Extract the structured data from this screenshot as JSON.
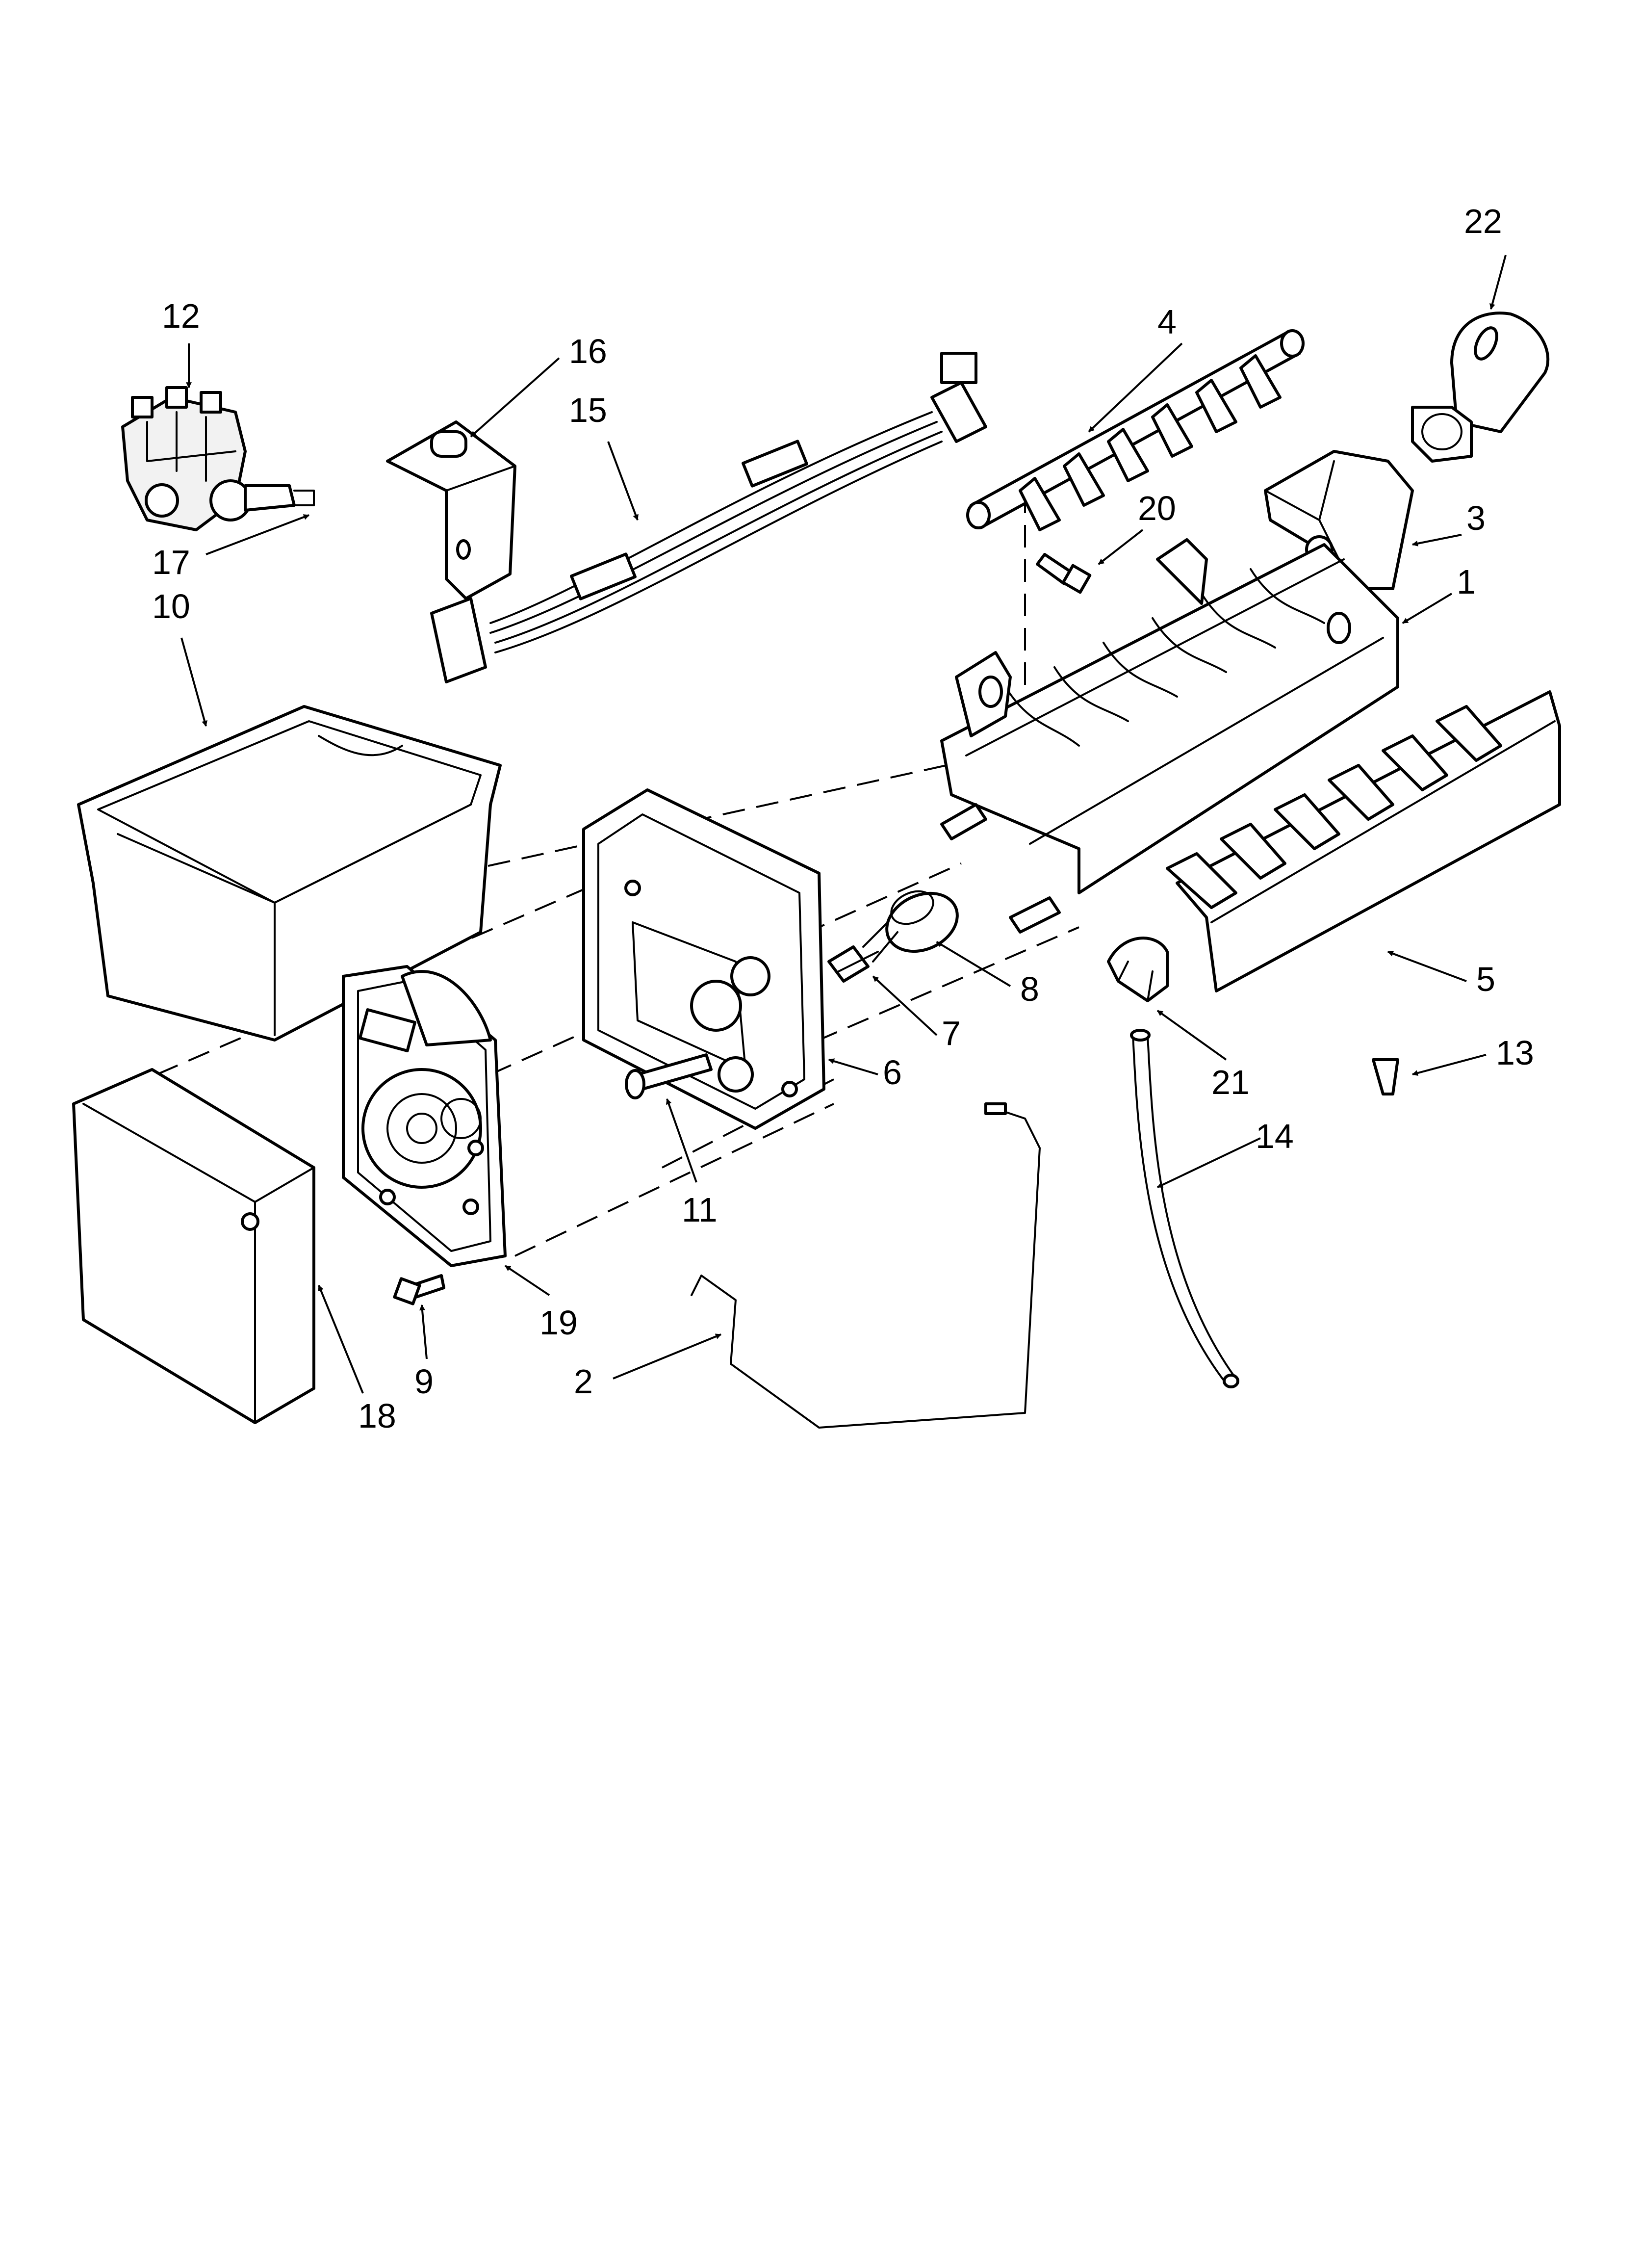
{
  "callouts": {
    "c1": "1",
    "c2": "2",
    "c3": "3",
    "c4": "4",
    "c5": "5",
    "c6": "6",
    "c7": "7",
    "c8": "8",
    "c9": "9",
    "c10": "10",
    "c11": "11",
    "c12": "12",
    "c13": "13",
    "c14": "14",
    "c15": "15",
    "c16": "16",
    "c17": "17",
    "c18": "18",
    "c19": "19",
    "c20": "20",
    "c21": "21",
    "c22": "22"
  },
  "colors": {
    "line": "#000000",
    "background": "#ffffff",
    "shade": "#f2f2f2"
  }
}
